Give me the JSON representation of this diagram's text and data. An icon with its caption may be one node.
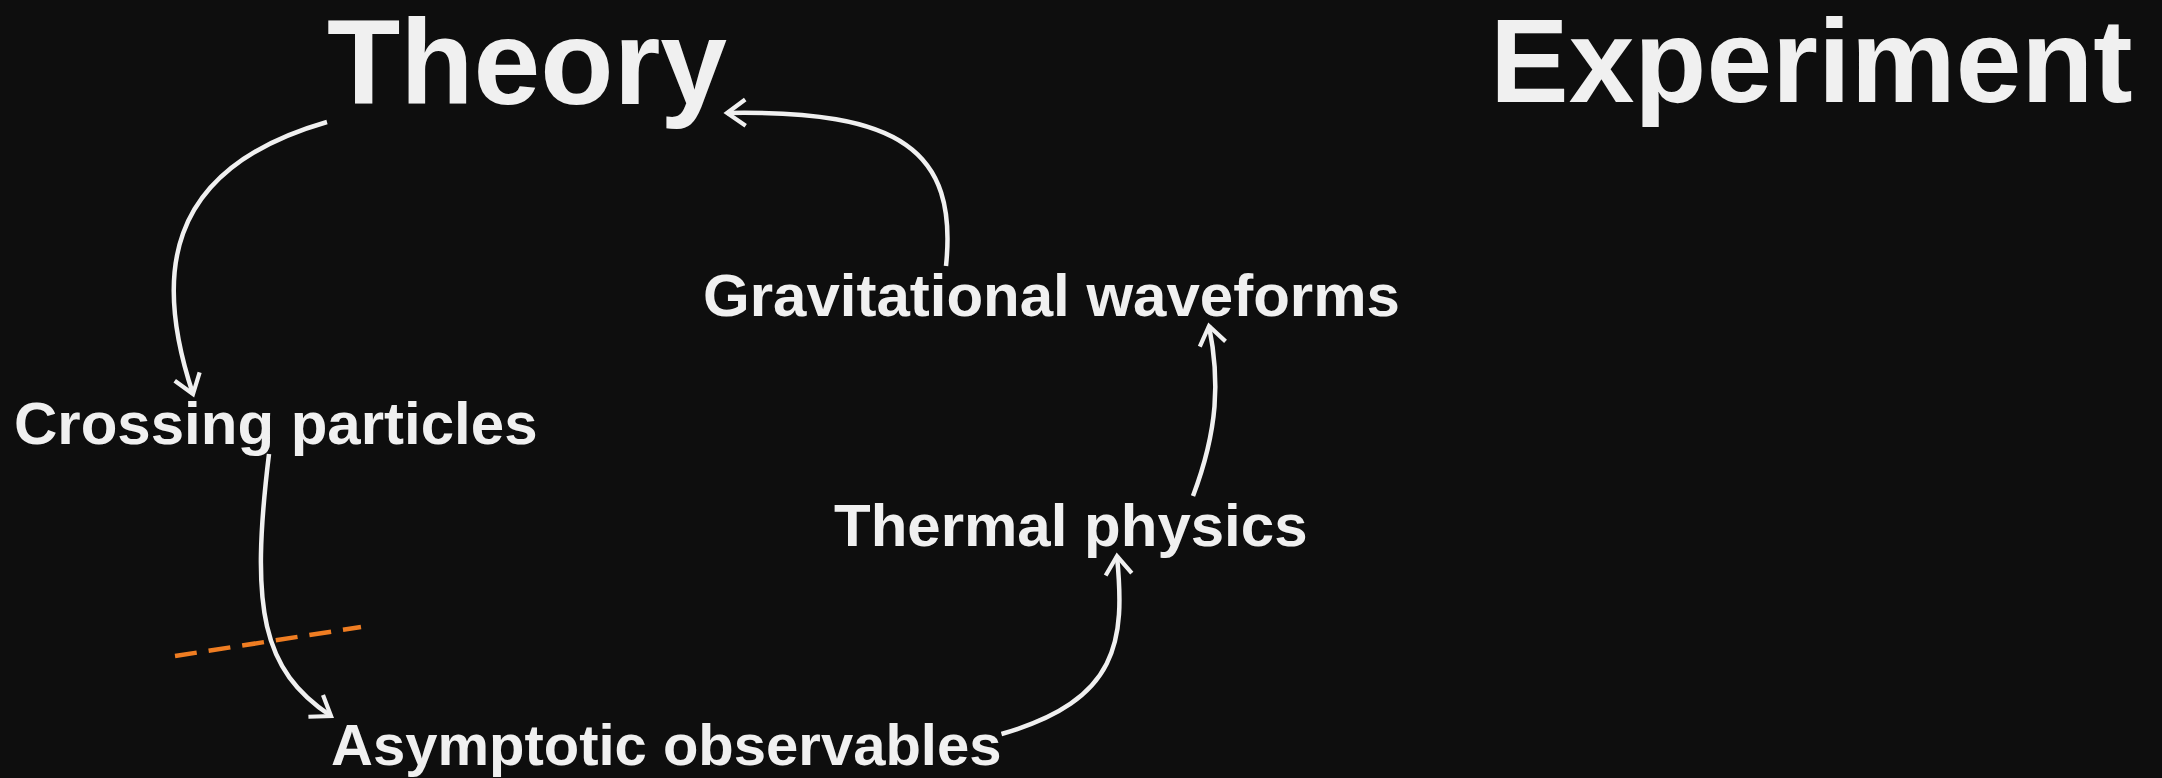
{
  "diagram": {
    "nodes": [
      {
        "text": [
          "Theory"
        ]
      },
      {
        "text": [
          "Gravitational waveforms"
        ]
      },
      {
        "text": [
          "Crossing particles"
        ]
      },
      {
        "text": [
          "Thermal physics"
        ]
      },
      {
        "text": [
          "Asymptotic observables"
        ]
      }
    ],
    "edges": [
      {
        "from": 0,
        "to": 2,
        "arrow": "to"
      },
      {
        "from": 2,
        "to": 4,
        "arrow": "to"
      },
      {
        "from": 4,
        "to": 3,
        "arrow": "to"
      },
      {
        "from": 3,
        "to": 1,
        "arrow": "to"
      },
      {
        "from": 1,
        "to": 0,
        "arrow": "to"
      }
    ],
    "labels": [
      "Experiment"
    ]
  }
}
